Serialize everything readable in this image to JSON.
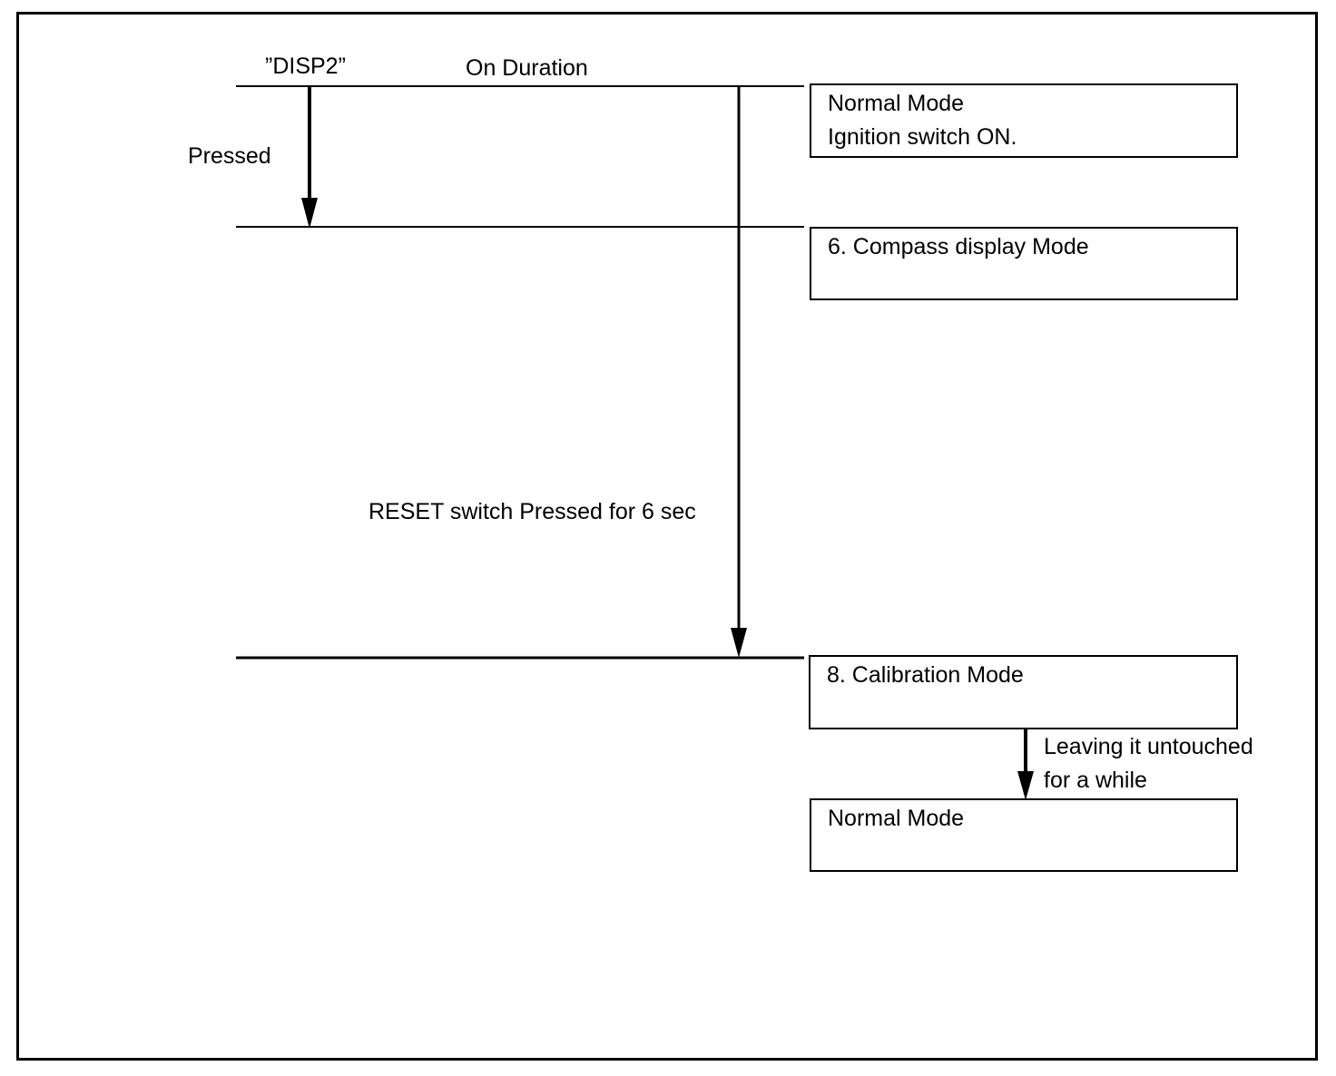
{
  "header": {
    "disp2_label": "”DISP2”",
    "on_duration_label": "On Duration"
  },
  "transitions": {
    "pressed_label": "Pressed",
    "reset_label": "RESET switch Pressed for 6 sec",
    "leaving_line1": "Leaving it untouched",
    "leaving_line2": "for a while"
  },
  "modes": [
    {
      "line1": "Normal Mode",
      "line2": "Ignition switch ON."
    },
    {
      "line1": "6. Compass display Mode",
      "line2": ""
    },
    {
      "line1": "8. Calibration Mode",
      "line2": ""
    },
    {
      "line1": "Normal Mode",
      "line2": ""
    }
  ]
}
